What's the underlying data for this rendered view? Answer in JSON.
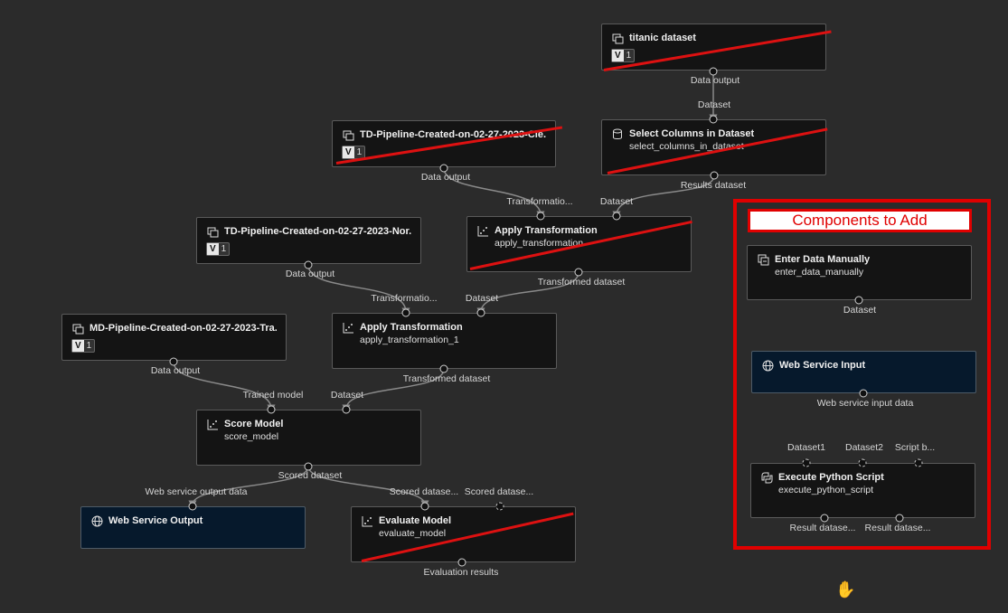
{
  "canvas": {
    "background": "#2b2b2b",
    "accent_red": "#e00000",
    "cursor_icon": "hand-grab-icon"
  },
  "nodes": {
    "titanic": {
      "title": "titanic dataset",
      "icon": "dataset-icon",
      "version_v": "V",
      "version_n": "1",
      "out": "Data output"
    },
    "select_cols": {
      "title": "Select Columns in Dataset",
      "sub": "select_columns_in_dataset",
      "icon": "component-icon",
      "in": "Dataset",
      "out": "Results dataset"
    },
    "td_clean": {
      "title": "TD-Pipeline-Created-on-02-27-2023-Cle...",
      "icon": "dataset-icon",
      "version_v": "V",
      "version_n": "1",
      "out": "Data output"
    },
    "apply1": {
      "title": "Apply Transformation",
      "sub": "apply_transformation",
      "icon": "transform-icon",
      "in1": "Transformatio...",
      "in2": "Dataset",
      "out": "Transformed dataset"
    },
    "td_norm": {
      "title": "TD-Pipeline-Created-on-02-27-2023-Nor...",
      "icon": "dataset-icon",
      "version_v": "V",
      "version_n": "1",
      "out": "Data output"
    },
    "apply2": {
      "title": "Apply Transformation",
      "sub": "apply_transformation_1",
      "icon": "transform-icon",
      "in1": "Transformatio...",
      "in2": "Dataset",
      "out": "Transformed dataset"
    },
    "md": {
      "title": "MD-Pipeline-Created-on-02-27-2023-Tra...",
      "icon": "dataset-icon",
      "version_v": "V",
      "version_n": "1",
      "out": "Data output"
    },
    "score": {
      "title": "Score Model",
      "sub": "score_model",
      "icon": "transform-icon",
      "in1": "Trained model",
      "in2": "Dataset",
      "out": "Scored dataset"
    },
    "ws_out": {
      "title": "Web Service Output",
      "icon": "globe-icon",
      "in": "Web service output data"
    },
    "evaluate": {
      "title": "Evaluate Model",
      "sub": "evaluate_model",
      "icon": "transform-icon",
      "in1": "Scored datase...",
      "in2": "Scored datase...",
      "out": "Evaluation results"
    }
  },
  "panel": {
    "title": "Components to Add",
    "enter": {
      "title": "Enter Data Manually",
      "sub": "enter_data_manually",
      "icon": "enter-data-icon",
      "out": "Dataset"
    },
    "ws_in": {
      "title": "Web Service Input",
      "icon": "globe-icon",
      "out": "Web service input data"
    },
    "python": {
      "title": "Execute Python Script",
      "sub": "execute_python_script",
      "icon": "python-icon",
      "in1": "Dataset1",
      "in2": "Dataset2",
      "in3": "Script b...",
      "out1": "Result datase...",
      "out2": "Result datase..."
    }
  }
}
